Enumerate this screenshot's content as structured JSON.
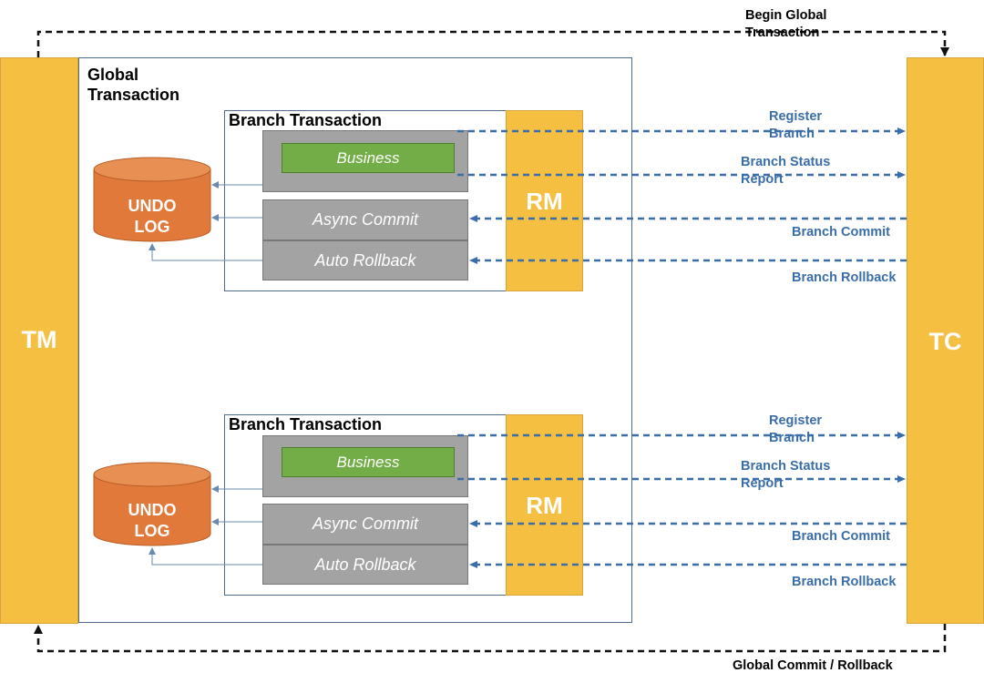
{
  "colors": {
    "bar": "#f5bf42",
    "cylinder": "#e0793a",
    "business": "#72ad47",
    "op_box": "#a3a3a3",
    "blue_arrow": "#3a6ea8",
    "border": "#4e6b8c"
  },
  "tm": {
    "label": "TM"
  },
  "tc": {
    "label": "TC"
  },
  "global_transaction": {
    "title_line1": "Global",
    "title_line2": "Transaction"
  },
  "top_flow": {
    "line1": "Begin Global",
    "line2": "Transaction"
  },
  "bottom_flow": {
    "label": "Global Commit / Rollback"
  },
  "branches": [
    {
      "title": "Branch Transaction",
      "business": "Business",
      "async_commit": "Async Commit",
      "auto_rollback": "Auto Rollback",
      "rm": "RM",
      "undo_line1": "UNDO",
      "undo_line2": "LOG",
      "register_line1": "Register",
      "register_line2": "Branch",
      "status_line1": "Branch Status",
      "status_line2": "Report",
      "commit": "Branch Commit",
      "rollback": "Branch Rollback"
    },
    {
      "title": "Branch Transaction",
      "business": "Business",
      "async_commit": "Async Commit",
      "auto_rollback": "Auto Rollback",
      "rm": "RM",
      "undo_line1": "UNDO",
      "undo_line2": "LOG",
      "register_line1": "Register",
      "register_line2": "Branch",
      "status_line1": "Branch Status",
      "status_line2": "Report",
      "commit": "Branch Commit",
      "rollback": "Branch Rollback"
    }
  ]
}
